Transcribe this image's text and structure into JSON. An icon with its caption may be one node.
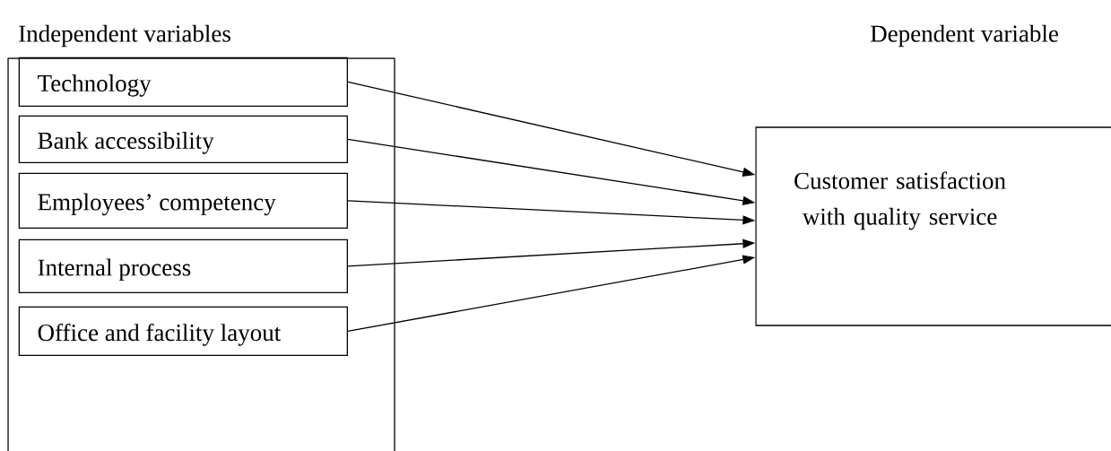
{
  "diagram": {
    "nodes": [
      {
        "text": [],
        "shape": "box"
      },
      {
        "text": [
          "Technology"
        ],
        "in": 0
      },
      {
        "text": [
          "Bank accessibility"
        ],
        "in": 0
      },
      {
        "text": [
          "Employees’ competency"
        ],
        "in": 0
      },
      {
        "text": [
          "Internal process"
        ],
        "in": 0
      },
      {
        "text": [
          "Office and facility layout"
        ],
        "in": 0
      },
      {
        "text": [
          "Customer satisfaction with quality service"
        ]
      }
    ],
    "edges": [
      {
        "from": 1,
        "to": 6,
        "arrow": "to"
      },
      {
        "from": 2,
        "to": 6,
        "arrow": "to"
      },
      {
        "from": 3,
        "to": 6,
        "arrow": "to"
      },
      {
        "from": 4,
        "to": 6,
        "arrow": "to"
      },
      {
        "from": 5,
        "to": 6,
        "arrow": "to"
      }
    ],
    "labels": [
      "Independent variables",
      "Dependent variable"
    ]
  }
}
